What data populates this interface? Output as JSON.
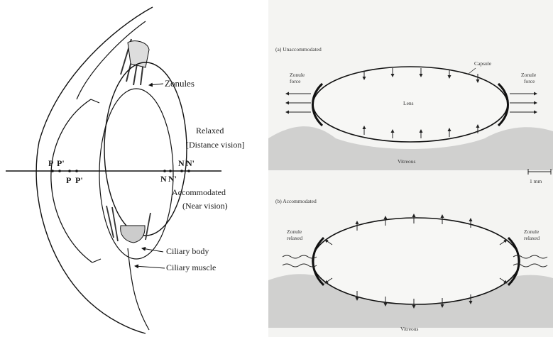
{
  "left": {
    "zonules": "Zonules",
    "relaxed_1": "Relaxed",
    "relaxed_2": "[Distance vision]",
    "accommodated_1": "Accommodated",
    "accommodated_2": "(Near vision)",
    "ciliary_body": "Ciliary body",
    "ciliary_muscle": "Ciliary muscle",
    "p_top": "P",
    "p_prime_top": "P'",
    "p_bottom": "P",
    "p_prime_bottom": "P'",
    "n_top": "N",
    "n_prime_top": "N'",
    "n_bottom": "N",
    "n_prime_bottom": "N'"
  },
  "right": {
    "a_title": "(a) Unaccommodated",
    "a_capsule": "Capsule",
    "a_zonule_left_1": "Zonule",
    "a_zonule_left_2": "force",
    "a_zonule_right_1": "Zonule",
    "a_zonule_right_2": "force",
    "a_lens": "Lens",
    "a_vitreous": "Vitreous",
    "scale": "1 mm",
    "b_title": "(b) Accommodated",
    "b_zonule_left_1": "Zonule",
    "b_zonule_left_2": "relaxed",
    "b_zonule_right_1": "Zonule",
    "b_zonule_right_2": "relaxed",
    "b_vitreous": "Vitreous"
  }
}
